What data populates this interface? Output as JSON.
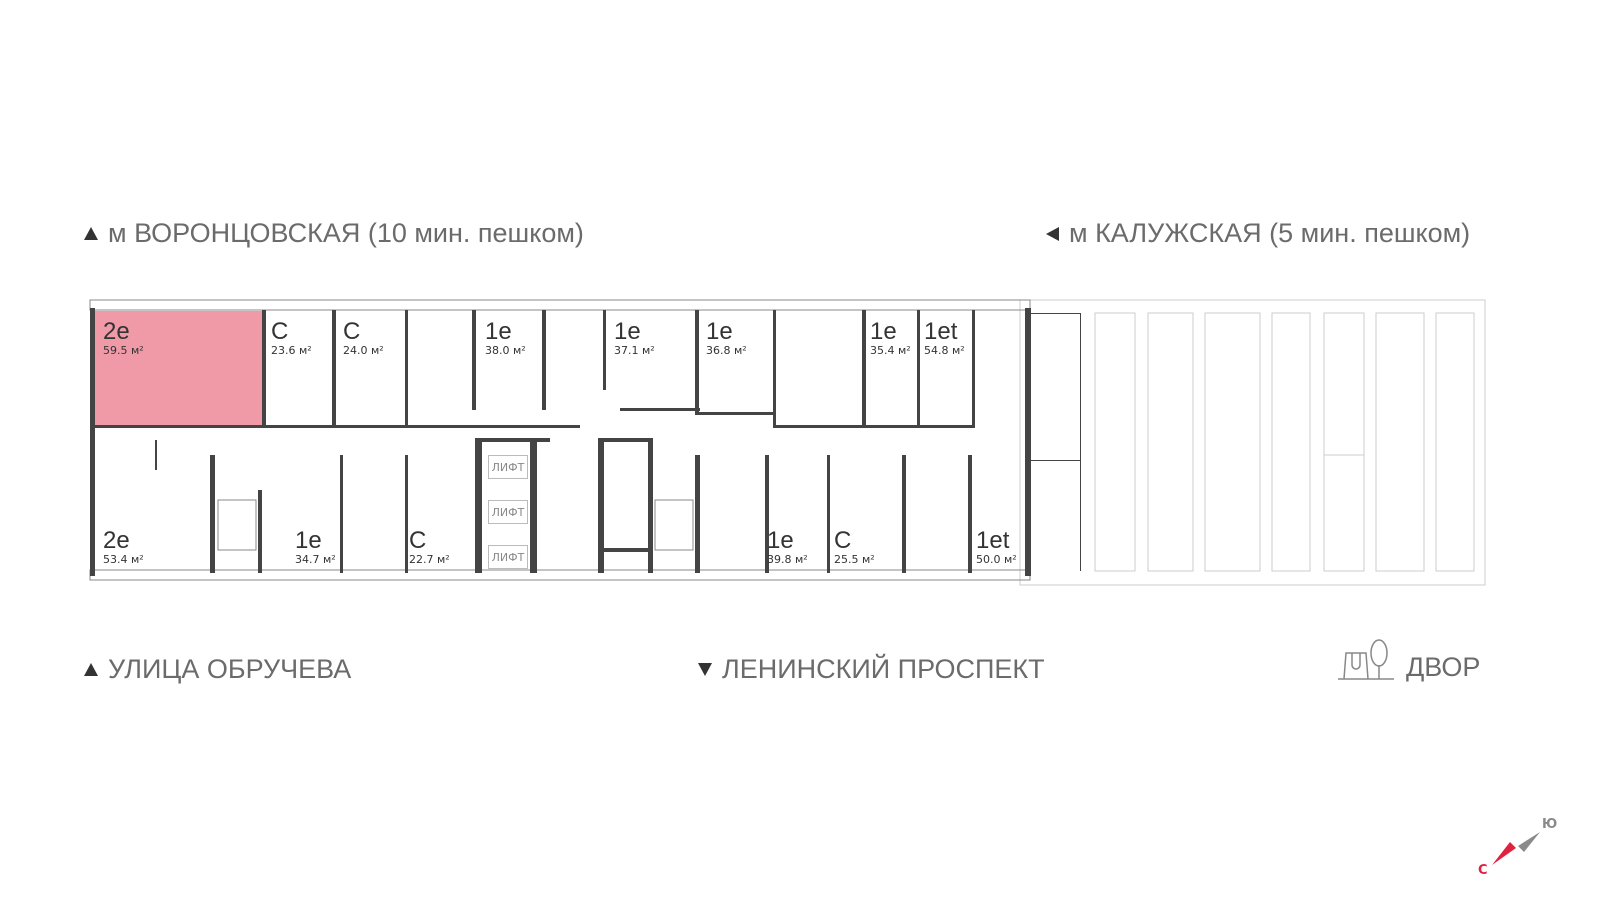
{
  "streets": {
    "top_left": "м ВОРОНЦОВСКАЯ  (10 мин. пешком)",
    "top_right": "м КАЛУЖСКАЯ (5 мин. пешком)",
    "bottom_left": "УЛИЦА ОБРУЧЕВА",
    "bottom_center": "ЛЕНИНСКИЙ ПРОСПЕКТ",
    "bottom_right": "ДВОР"
  },
  "highlight_color": "#f09aa8",
  "apartments": [
    {
      "type": "2e",
      "area": "59.5 м²",
      "selected": true
    },
    {
      "type": "С",
      "area": "23.6 м²"
    },
    {
      "type": "С",
      "area": "24.0 м²"
    },
    {
      "type": "1e",
      "area": "38.0 м²"
    },
    {
      "type": "1e",
      "area": "37.1 м²"
    },
    {
      "type": "1e",
      "area": "36.8 м²"
    },
    {
      "type": "1e",
      "area": "35.4 м²"
    },
    {
      "type": "1et",
      "area": "54.8 м²"
    },
    {
      "type": "2e",
      "area": "53.4 м²"
    },
    {
      "type": "1e",
      "area": "34.7 м²"
    },
    {
      "type": "С",
      "area": "22.7 м²"
    },
    {
      "type": "1e",
      "area": "39.8 м²"
    },
    {
      "type": "С",
      "area": "25.5 м²"
    },
    {
      "type": "1et",
      "area": "50.0 м²"
    }
  ],
  "lifts": [
    "ЛИФТ",
    "ЛИФТ",
    "ЛИФТ"
  ],
  "compass": {
    "north": "С",
    "south": "Ю",
    "north_color": "#e0223f",
    "south_color": "#8a8a8a"
  }
}
